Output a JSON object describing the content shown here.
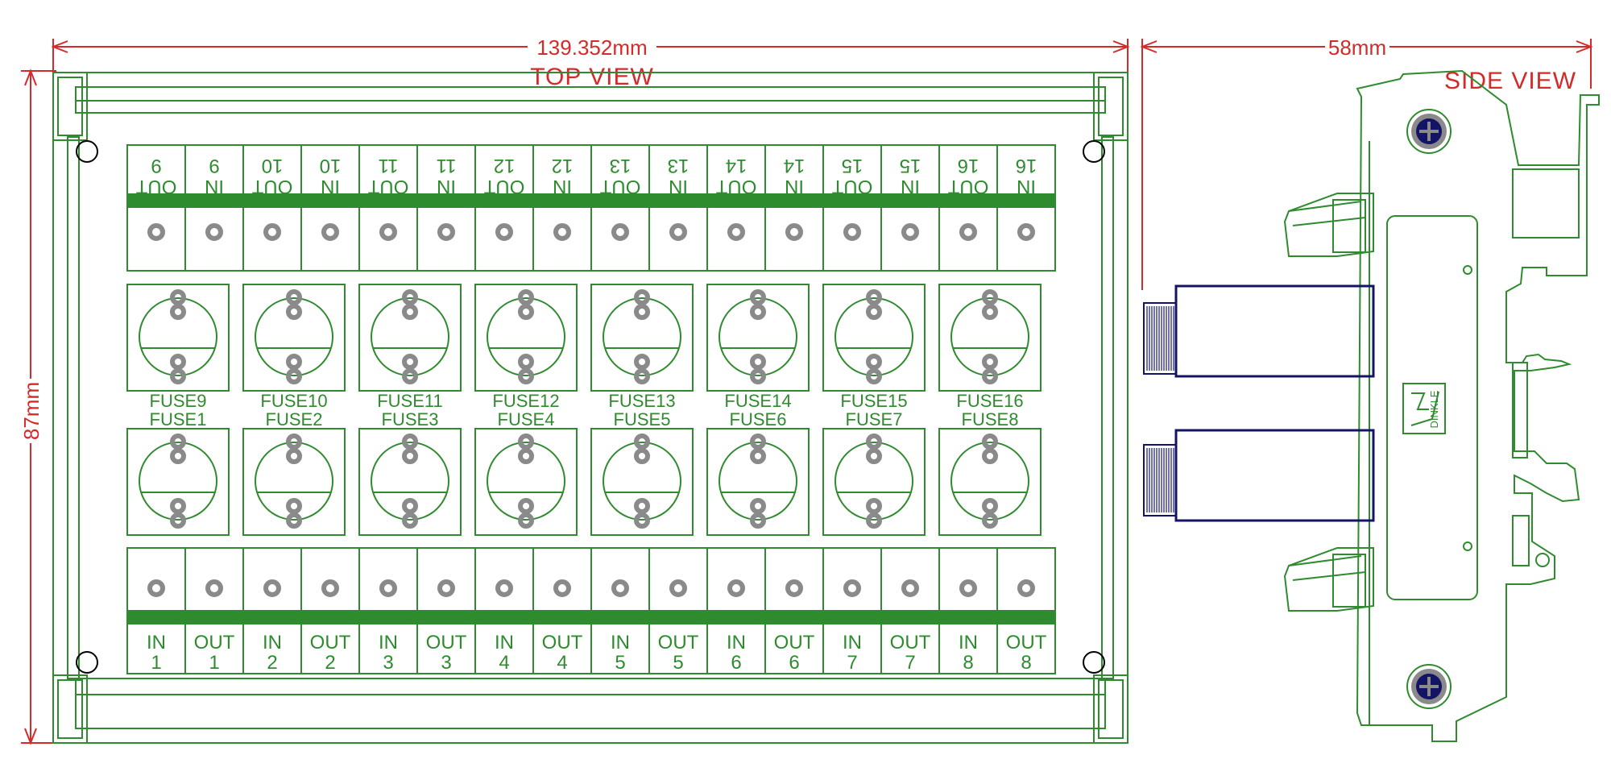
{
  "dimensions": {
    "width_label": "139.352mm",
    "height_label": "87mm",
    "side_width_label": "58mm"
  },
  "views": {
    "top": "TOP VIEW",
    "side": "SIDE VIEW"
  },
  "top_terminals": [
    {
      "dir": "OUT",
      "num": "9"
    },
    {
      "dir": "IN",
      "num": "9"
    },
    {
      "dir": "OUT",
      "num": "10"
    },
    {
      "dir": "IN",
      "num": "10"
    },
    {
      "dir": "OUT",
      "num": "11"
    },
    {
      "dir": "IN",
      "num": "11"
    },
    {
      "dir": "OUT",
      "num": "12"
    },
    {
      "dir": "IN",
      "num": "12"
    },
    {
      "dir": "OUT",
      "num": "13"
    },
    {
      "dir": "IN",
      "num": "13"
    },
    {
      "dir": "OUT",
      "num": "14"
    },
    {
      "dir": "IN",
      "num": "14"
    },
    {
      "dir": "OUT",
      "num": "15"
    },
    {
      "dir": "IN",
      "num": "15"
    },
    {
      "dir": "OUT",
      "num": "16"
    },
    {
      "dir": "IN",
      "num": "16"
    }
  ],
  "bottom_terminals": [
    {
      "dir": "IN",
      "num": "1"
    },
    {
      "dir": "OUT",
      "num": "1"
    },
    {
      "dir": "IN",
      "num": "2"
    },
    {
      "dir": "OUT",
      "num": "2"
    },
    {
      "dir": "IN",
      "num": "3"
    },
    {
      "dir": "OUT",
      "num": "3"
    },
    {
      "dir": "IN",
      "num": "4"
    },
    {
      "dir": "OUT",
      "num": "4"
    },
    {
      "dir": "IN",
      "num": "5"
    },
    {
      "dir": "OUT",
      "num": "5"
    },
    {
      "dir": "IN",
      "num": "6"
    },
    {
      "dir": "OUT",
      "num": "6"
    },
    {
      "dir": "IN",
      "num": "7"
    },
    {
      "dir": "OUT",
      "num": "7"
    },
    {
      "dir": "IN",
      "num": "8"
    },
    {
      "dir": "OUT",
      "num": "8"
    }
  ],
  "fuses_upper": [
    "FUSE9",
    "FUSE10",
    "FUSE11",
    "FUSE12",
    "FUSE13",
    "FUSE14",
    "FUSE15",
    "FUSE16"
  ],
  "fuses_lower": [
    "FUSE1",
    "FUSE2",
    "FUSE3",
    "FUSE4",
    "FUSE5",
    "FUSE6",
    "FUSE7",
    "FUSE8"
  ],
  "brand_mark": "DINKLE",
  "colors": {
    "outline": "#2e8b2e",
    "dimension": "#d42a2a",
    "connector": "#141466",
    "screw": "#8a8a8a"
  }
}
